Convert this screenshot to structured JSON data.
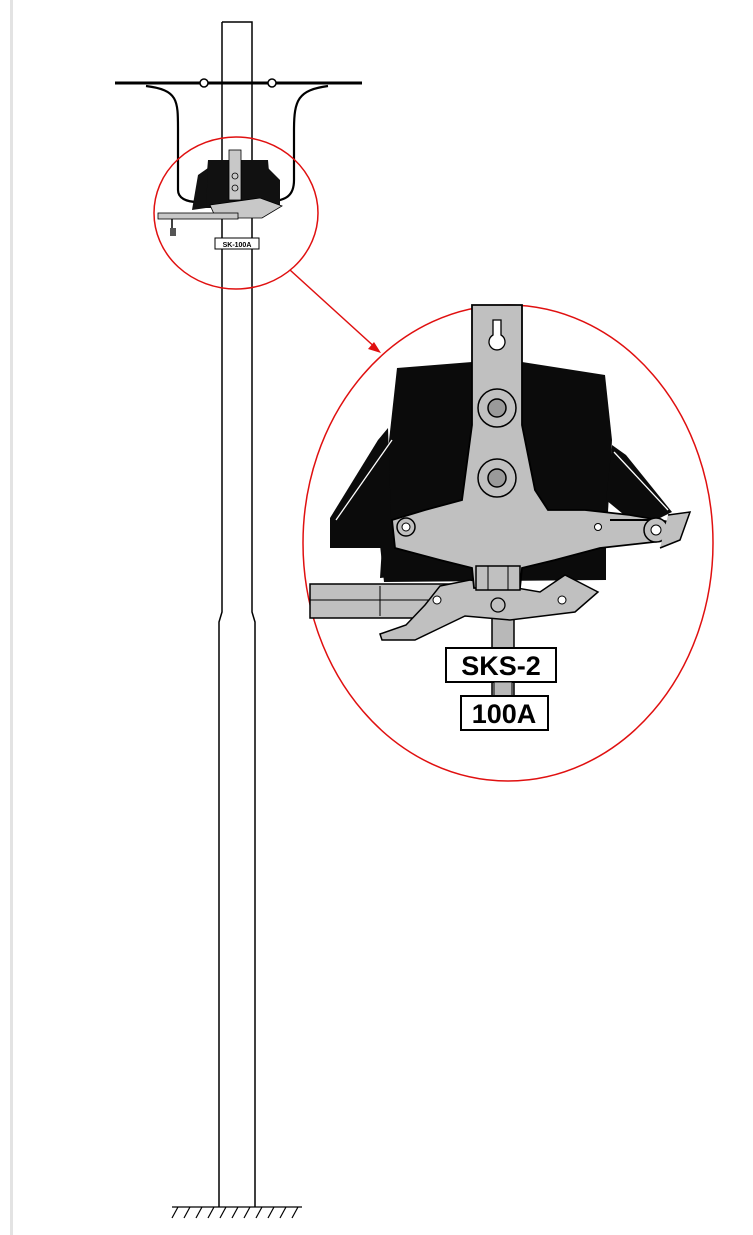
{
  "labels": {
    "small_tag": "SK-100A",
    "model": "SKS-2",
    "rating": "100A"
  },
  "colors": {
    "line": "#000000",
    "callout": "#e01010",
    "metal": "#c0c0c0",
    "body": "#111111"
  }
}
